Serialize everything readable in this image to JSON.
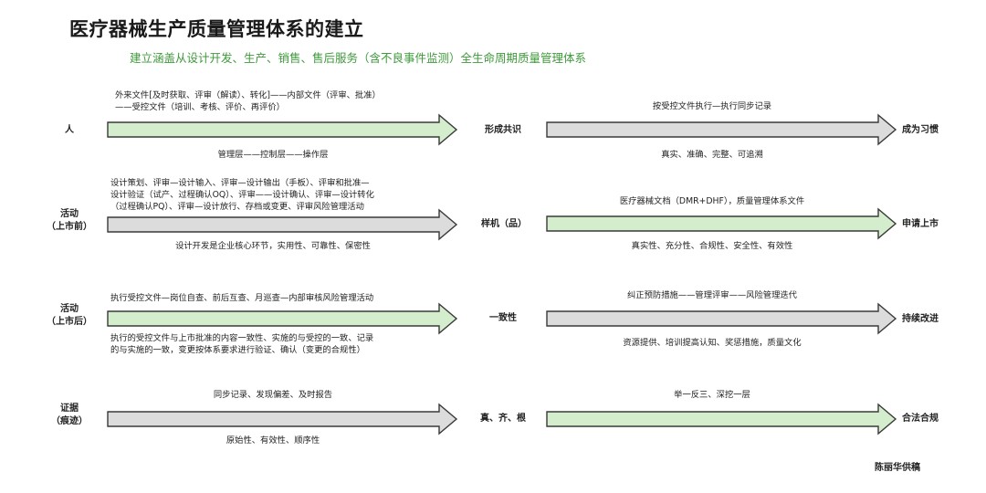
{
  "title": "医疗器械生产质量管理体系的建立",
  "subtitle": "建立涵盖从设计开发、生产、销售、售后服务（含不良事件监测）全生命周期质量管理体系",
  "colors": {
    "green_fill": "#d3edcd",
    "gray_fill": "#dcdcdc",
    "stroke": "#3a3a3a",
    "subtitle": "#3e9a3a"
  },
  "rows": [
    {
      "left_label": [
        "人"
      ],
      "left_above": [
        "外来文件[及时获取、评审（解读）、转化]——内部文件（评审、批准）",
        "——受控文件（培训、考核、评价、再评价）"
      ],
      "left_below": [
        "管理层——控制层——操作层"
      ],
      "left_arrow_color": "green",
      "mid_label": "形成共识",
      "right_above": [
        "按受控文件执行—执行同步记录"
      ],
      "right_below": [
        "真实、准确、完整、可追溯"
      ],
      "right_arrow_color": "gray",
      "right_label": "成为习惯"
    },
    {
      "left_label": [
        "活动",
        "（上市前）"
      ],
      "left_above": [
        "设计策划、评审—设计输入、评审—设计输出（手板）、评审和批准—",
        "设计验证（试产、过程确认OQ）、评审——设计确认、评审—设计转化",
        "（过程确认PQ）、评审—设计放行、存档或变更、评审风险管理活动"
      ],
      "left_below": [
        "设计开发是企业核心环节，实用性、可靠性、保密性"
      ],
      "left_arrow_color": "gray",
      "mid_label": "样机（品）",
      "right_above": [
        "医疗器械文档（DMR+DHF），质量管理体系文件"
      ],
      "right_below": [
        "真实性、充分性、合规性、安全性、有效性"
      ],
      "right_arrow_color": "green",
      "right_label": "申请上市"
    },
    {
      "left_label": [
        "活动",
        "（上市后）"
      ],
      "left_above": [
        "执行受控文件—岗位自查、前后互查、月巡查—内部审核风险管理活动"
      ],
      "left_below": [
        "执行的受控文件与上市批准的内容一致性、实施的与受控的一致、记录",
        "的与实施的一致，变更按体系要求进行验证、确认（变更的合规性）"
      ],
      "left_arrow_color": "green",
      "mid_label": "一致性",
      "right_above": [
        "纠正预防措施——管理评审——风险管理迭代"
      ],
      "right_below": [
        "资源提供、培训提高认知、奖惩措施，质量文化"
      ],
      "right_arrow_color": "gray",
      "right_label": "持续改进"
    },
    {
      "left_label": [
        "证据",
        "（痕迹）"
      ],
      "left_above": [
        "同步记录、发现偏差、及时报告"
      ],
      "left_below": [
        "原始性、有效性、顺序性"
      ],
      "left_arrow_color": "gray",
      "mid_label": "真、齐、根",
      "right_above": [
        "举一反三、深挖一层"
      ],
      "right_below": [
        ""
      ],
      "right_arrow_color": "green",
      "right_label": "合法合规"
    }
  ],
  "signature": "陈丽华供稿"
}
